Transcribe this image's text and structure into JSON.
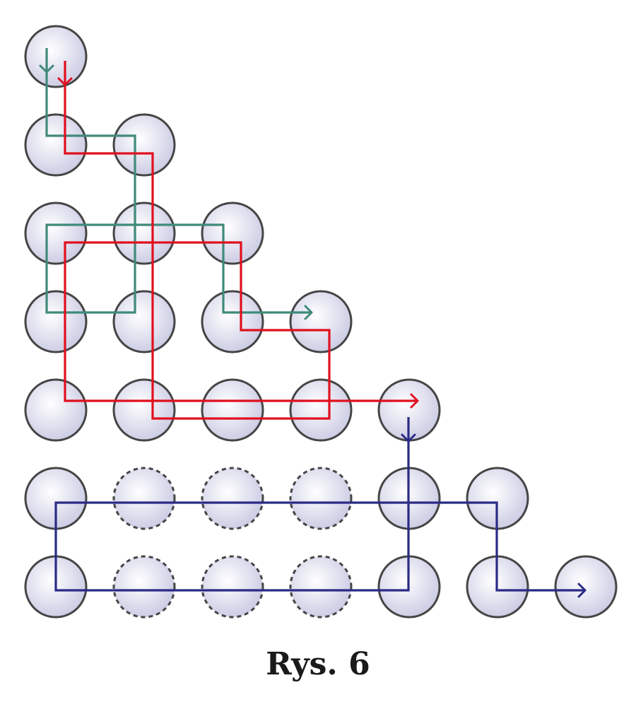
{
  "caption": "Rys. 6",
  "colors": {
    "circle_stroke": "#454545",
    "circle_fill_center": "#ffffff",
    "circle_fill_edge": "#c9c9e3",
    "path_teal": "#3f8a79",
    "path_red": "#e0111f",
    "path_blue": "#2a2a86"
  },
  "circles": [
    {
      "col": 0,
      "row": 0,
      "style": "solid"
    },
    {
      "col": 0,
      "row": 1,
      "style": "solid"
    },
    {
      "col": 1,
      "row": 1,
      "style": "solid"
    },
    {
      "col": 0,
      "row": 2,
      "style": "solid"
    },
    {
      "col": 1,
      "row": 2,
      "style": "solid"
    },
    {
      "col": 2,
      "row": 2,
      "style": "solid"
    },
    {
      "col": 0,
      "row": 3,
      "style": "solid"
    },
    {
      "col": 1,
      "row": 3,
      "style": "solid"
    },
    {
      "col": 2,
      "row": 3,
      "style": "solid"
    },
    {
      "col": 3,
      "row": 3,
      "style": "solid"
    },
    {
      "col": 0,
      "row": 4,
      "style": "solid"
    },
    {
      "col": 1,
      "row": 4,
      "style": "solid"
    },
    {
      "col": 2,
      "row": 4,
      "style": "solid"
    },
    {
      "col": 3,
      "row": 4,
      "style": "solid"
    },
    {
      "col": 4,
      "row": 4,
      "style": "solid"
    },
    {
      "col": 0,
      "row": 5,
      "style": "solid"
    },
    {
      "col": 1,
      "row": 5,
      "style": "dashed"
    },
    {
      "col": 2,
      "row": 5,
      "style": "dashed"
    },
    {
      "col": 3,
      "row": 5,
      "style": "dashed"
    },
    {
      "col": 4,
      "row": 5,
      "style": "solid"
    },
    {
      "col": 5,
      "row": 5,
      "style": "solid"
    },
    {
      "col": 0,
      "row": 6,
      "style": "solid"
    },
    {
      "col": 1,
      "row": 6,
      "style": "dashed"
    },
    {
      "col": 2,
      "row": 6,
      "style": "dashed"
    },
    {
      "col": 3,
      "row": 6,
      "style": "dashed"
    },
    {
      "col": 4,
      "row": 6,
      "style": "solid"
    },
    {
      "col": 5,
      "row": 6,
      "style": "solid"
    },
    {
      "col": 6,
      "row": 6,
      "style": "solid"
    }
  ],
  "paths": [
    {
      "color_key": "path_teal",
      "start_arrow": "down",
      "end_arrow": "right"
    },
    {
      "color_key": "path_red",
      "start_arrow": "down",
      "end_arrow": "right"
    },
    {
      "color_key": "path_blue",
      "start_arrow": "down",
      "end_arrow": "right"
    }
  ]
}
